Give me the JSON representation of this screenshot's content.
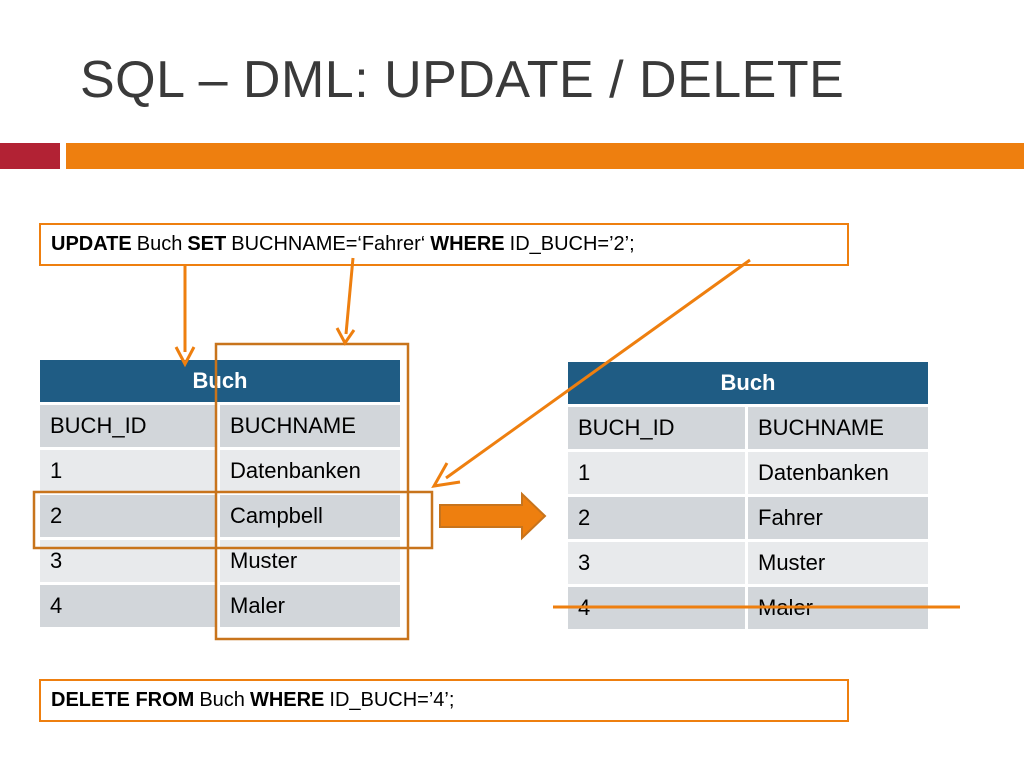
{
  "slide": {
    "title": "SQL – DML: UPDATE / DELETE"
  },
  "update_statement": {
    "kw1": "UPDATE",
    "t1": "Buch",
    "kw2": "SET",
    "t2": "BUCHNAME=‘Fahrer‘",
    "kw3": "WHERE",
    "t3": "ID_BUCH=’2’;"
  },
  "delete_statement": {
    "kw1": "DELETE FROM",
    "t1": "Buch",
    "kw2": "WHERE",
    "t2": "ID_BUCH=’4’;"
  },
  "table_before": {
    "title": "Buch",
    "columns": [
      "BUCH_ID",
      "BUCHNAME"
    ],
    "rows": [
      [
        "1",
        "Datenbanken"
      ],
      [
        "2",
        "Campbell"
      ],
      [
        "3",
        "Muster"
      ],
      [
        "4",
        "Maler"
      ]
    ]
  },
  "table_after": {
    "title": "Buch",
    "columns": [
      "BUCH_ID",
      "BUCHNAME"
    ],
    "rows": [
      [
        "1",
        "Datenbanken"
      ],
      [
        "2",
        "Fahrer"
      ],
      [
        "3",
        "Muster"
      ],
      [
        "4",
        "Maler"
      ]
    ]
  },
  "colors": {
    "accent_orange": "#ee7f0f",
    "accent_red": "#b22234",
    "header_blue": "#1f5c84",
    "highlight_brown": "#c8741c"
  }
}
